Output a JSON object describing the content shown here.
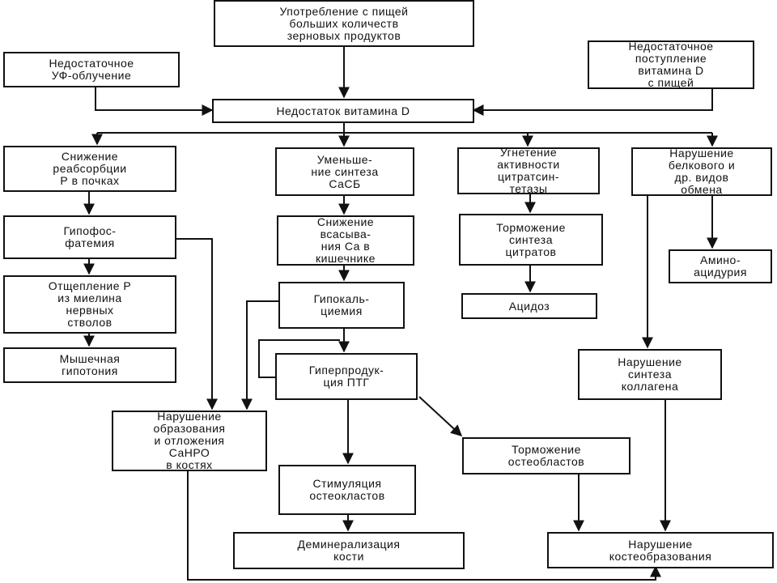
{
  "boxes": {
    "grain_intake": [
      "Употребление с пищей",
      "больших количеств",
      "зерновых продуктов"
    ],
    "uv_deficit": [
      "Недостаточное",
      "УФ-облучение"
    ],
    "diet_vitd": [
      "Недостаточное",
      "поступление",
      "витамина D",
      "с пищей"
    ],
    "vitd_deficit": [
      "Недостаток витамина D"
    ],
    "p_reabs": [
      "Снижение",
      "реабсорбции",
      "Р в почках"
    ],
    "casb": [
      "Уменьше-",
      "ние синтеза",
      "СаСБ"
    ],
    "citrate_synthetase": [
      "Угнетение",
      "активности",
      "цитратсин-",
      "тетазы"
    ],
    "protein_metab": [
      "Нарушение",
      "белкового и",
      "др. видов",
      "обмена"
    ],
    "hypophos": [
      "Гипофос-",
      "фатемия"
    ],
    "ca_absorb": [
      "Снижение",
      "всасыва-",
      "ния Са в",
      "кишечнике"
    ],
    "citrate_inhib": [
      "Торможение",
      "синтеза",
      "цитратов"
    ],
    "aminoaciduria": [
      "Амино-",
      "ацидурия"
    ],
    "myelin": [
      "Отщепление Р",
      "из миелина",
      "нервных",
      "стволов"
    ],
    "hypocalc": [
      "Гипокаль-",
      "циемия"
    ],
    "acidosis": [
      "Ацидоз"
    ],
    "muscle_hypo": [
      "Мышечная",
      "гипотония"
    ],
    "ptg": [
      "Гиперпродук-",
      "ция ПТГ"
    ],
    "collagen": [
      "Нарушение",
      "синтеза",
      "коллагена"
    ],
    "canro": [
      "Нарушение",
      "образования",
      "и отложения",
      "СаНРО",
      "в костях"
    ],
    "osteoblast_inhib": [
      "Торможение",
      "остеобластов"
    ],
    "osteoclast_stim": [
      "Стимуляция",
      "остеокластов"
    ],
    "demin": [
      "Деминерализация",
      "кости"
    ],
    "bone_formation": [
      "Нарушение",
      "костеобразования"
    ]
  },
  "colors": {
    "ink": "#111111",
    "background": "#ffffff"
  }
}
